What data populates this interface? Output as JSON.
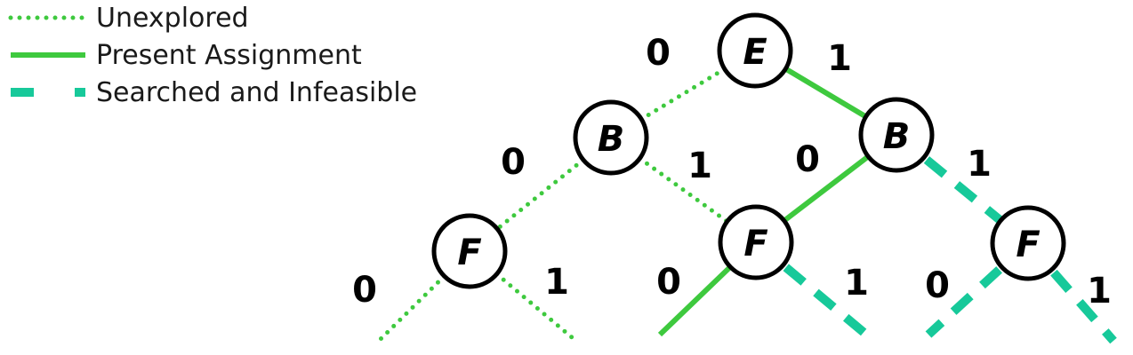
{
  "colors": {
    "unexplored": "#3ec93e",
    "present": "#3ec93e",
    "infeasible": "#17c99a"
  },
  "legend": [
    {
      "style": "unexplored",
      "label": "Unexplored"
    },
    {
      "style": "present",
      "label": "Present Assignment"
    },
    {
      "style": "infeasible",
      "label": "Searched and Infeasible"
    }
  ],
  "nodes": [
    {
      "id": "E",
      "label": "E"
    },
    {
      "id": "B-left",
      "label": "B"
    },
    {
      "id": "B-right",
      "label": "B"
    },
    {
      "id": "F-left",
      "label": "F"
    },
    {
      "id": "F-middle",
      "label": "F"
    },
    {
      "id": "F-right",
      "label": "F"
    }
  ],
  "edges": [
    {
      "from": "E",
      "to": "B-left",
      "style": "unexplored",
      "label": "0"
    },
    {
      "from": "E",
      "to": "B-right",
      "style": "present",
      "label": "1"
    },
    {
      "from": "B-left",
      "to": "F-left",
      "style": "unexplored",
      "label": "0"
    },
    {
      "from": "B-left",
      "to": "F-middle",
      "style": "unexplored",
      "label": "1"
    },
    {
      "from": "B-right",
      "to": "F-middle",
      "style": "present",
      "label": "0"
    },
    {
      "from": "B-right",
      "to": "F-right",
      "style": "infeasible",
      "label": "1"
    },
    {
      "from": "F-left",
      "to": "leaf-1",
      "style": "unexplored",
      "label": "0"
    },
    {
      "from": "F-left",
      "to": "leaf-2",
      "style": "unexplored",
      "label": "1"
    },
    {
      "from": "F-middle",
      "to": "leaf-3",
      "style": "present",
      "label": "0"
    },
    {
      "from": "F-middle",
      "to": "leaf-4",
      "style": "infeasible",
      "label": "1"
    },
    {
      "from": "F-right",
      "to": "leaf-5",
      "style": "infeasible",
      "label": "0"
    },
    {
      "from": "F-right",
      "to": "leaf-6",
      "style": "infeasible",
      "label": "1"
    }
  ]
}
